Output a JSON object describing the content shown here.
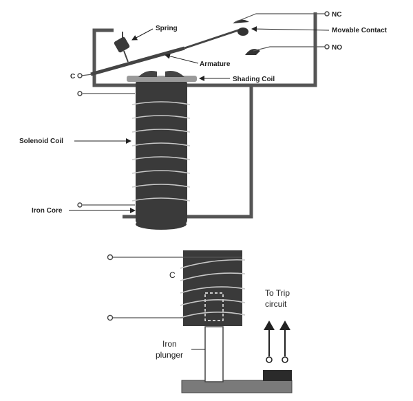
{
  "labels": {
    "spring": "Spring",
    "nc": "NC",
    "movable_contact": "Movable Contact",
    "no": "NO",
    "armature": "Armature",
    "c_top": "C",
    "shading_coil": "Shading Coil",
    "solenoid_coil": "Solenoid Coil",
    "iron_core": "Iron Core",
    "c_bottom": "C",
    "to_trip_1": "To Trip",
    "to_trip_2": "circuit",
    "iron_1": "Iron",
    "plunger": "plunger"
  },
  "colors": {
    "frame": "#555555",
    "coil_body": "#3a3a3a",
    "winding": "#c8c8c8",
    "leader": "#222222",
    "shading": "#9a9a9a",
    "base": "#7a7a7a"
  }
}
